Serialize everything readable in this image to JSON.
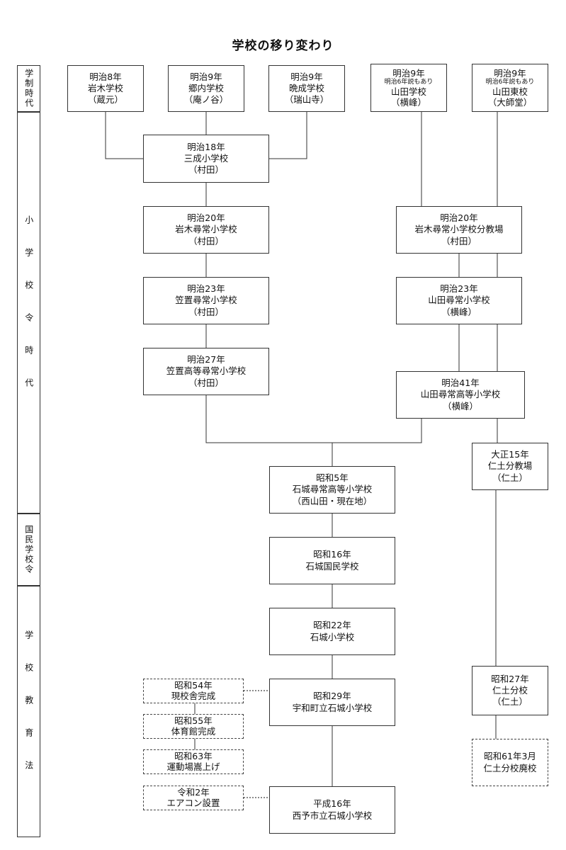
{
  "title": "学校の移り変わり",
  "eras": [
    "学制時代",
    "小学校令時代",
    "国民学校令",
    "学校教育法"
  ],
  "boxes": {
    "iwaki": [
      "明治8年",
      "岩木学校",
      "（蔵元）"
    ],
    "gounai": [
      "明治9年",
      "郷内学校",
      "（庵ノ谷）"
    ],
    "bansei": [
      "明治9年",
      "晩成学校",
      "（瑞山寺）"
    ],
    "yamada": [
      "明治9年",
      "明治6年説もあり",
      "山田学校",
      "（横峰）"
    ],
    "yamada_east": [
      "明治9年",
      "明治6年説もあり",
      "山田東校",
      "（大師堂）"
    ],
    "sansei": [
      "明治18年",
      "三成小学校",
      "（村田）"
    ],
    "iwaki_jinjo": [
      "明治20年",
      "岩木尋常小学校",
      "（村田）"
    ],
    "iwaki_branch": [
      "明治20年",
      "岩木尋常小学校分教場",
      "（村田）"
    ],
    "kasaoki_jinjo": [
      "明治23年",
      "笠置尋常小学校",
      "（村田）"
    ],
    "yamada_jinjo": [
      "明治23年",
      "山田尋常小学校",
      "（横峰）"
    ],
    "kasaoki_koto": [
      "明治27年",
      "笠置高等尋常小学校",
      "（村田）"
    ],
    "yamada_koto": [
      "明治41年",
      "山田尋常高等小学校",
      "（横峰）"
    ],
    "nido_branch": [
      "大正15年",
      "仁土分教場",
      "（仁土）"
    ],
    "ishiki_koto": [
      "昭和5年",
      "石城尋常高等小学校",
      "（西山田・現在地）"
    ],
    "ishiki_kokumin": [
      "昭和16年",
      "石城国民学校"
    ],
    "ishiki_sho": [
      "昭和22年",
      "石城小学校"
    ],
    "uwa_ishiki": [
      "昭和29年",
      "宇和町立石城小学校"
    ],
    "nido_bunko": [
      "昭和27年",
      "仁土分校",
      "（仁土）"
    ],
    "nido_close": [
      "昭和61年3月",
      "仁土分校廃校"
    ],
    "seiyo_ishiki": [
      "平成16年",
      "西予市立石城小学校"
    ],
    "ev_s54": [
      "昭和54年",
      "現校舎完成"
    ],
    "ev_s55": [
      "昭和55年",
      "体育館完成"
    ],
    "ev_s63": [
      "昭和63年",
      "運動場嵩上げ"
    ],
    "ev_r2": [
      "令和2年",
      "エアコン設置"
    ]
  }
}
